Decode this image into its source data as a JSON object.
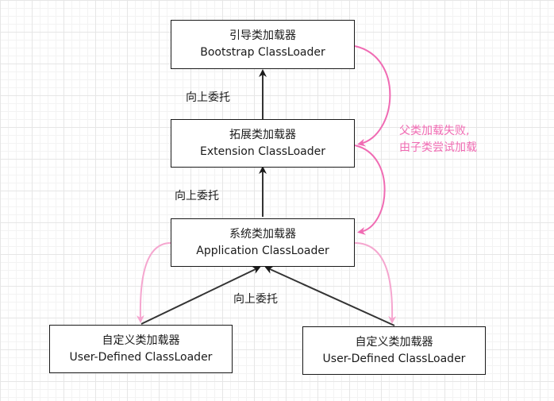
{
  "nodes": {
    "bootstrap": {
      "title_cn": "引导类加载器",
      "title_en": "Bootstrap ClassLoader"
    },
    "extension": {
      "title_cn": "拓展类加载器",
      "title_en": "Extension ClassLoader"
    },
    "application": {
      "title_cn": "系统类加载器",
      "title_en": "Application ClassLoader"
    },
    "user_defined_left": {
      "title_cn": "自定义类加载器",
      "title_en": "User-Defined ClassLoader"
    },
    "user_defined_right": {
      "title_cn": "自定义类加载器",
      "title_en": "User-Defined ClassLoader"
    }
  },
  "edge_labels": {
    "ext_to_boot": "向上委托",
    "app_to_ext": "向上委托",
    "user_to_app": "向上委托"
  },
  "note": {
    "line1": "父类加载失败,",
    "line2": "由子类尝试加载"
  },
  "colors": {
    "delegate_arrow": "#333333",
    "fallback_arrow": "#f06bb3",
    "user_fallback_arrow": "#f5a6cf",
    "note_text": "#f06bb3"
  }
}
